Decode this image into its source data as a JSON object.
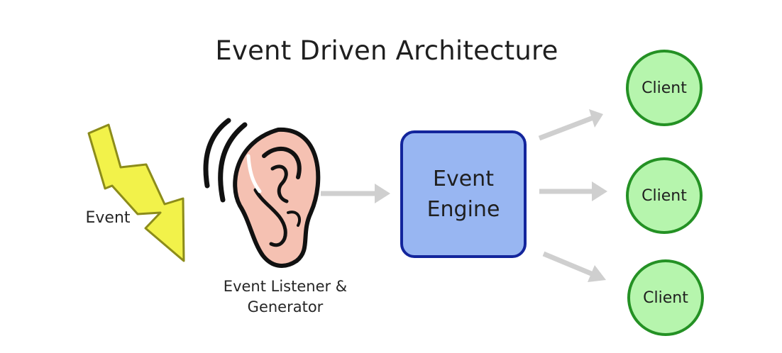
{
  "title": "Event Driven Architecture",
  "event": {
    "label": "Event",
    "icon": "lightning-bolt-icon"
  },
  "listener": {
    "label_line1": "Event Listener &",
    "label_line2": "Generator",
    "icon": "ear-icon"
  },
  "engine": {
    "line1": "Event",
    "line2": "Engine"
  },
  "clients": [
    "Client",
    "Client",
    "Client"
  ],
  "colors": {
    "bolt_fill": "#f2f24a",
    "engine_fill": "#98b6f2",
    "engine_border": "#13259c",
    "client_fill": "#b6f5ad",
    "client_border": "#249124",
    "arrow": "#cfcfcf"
  }
}
